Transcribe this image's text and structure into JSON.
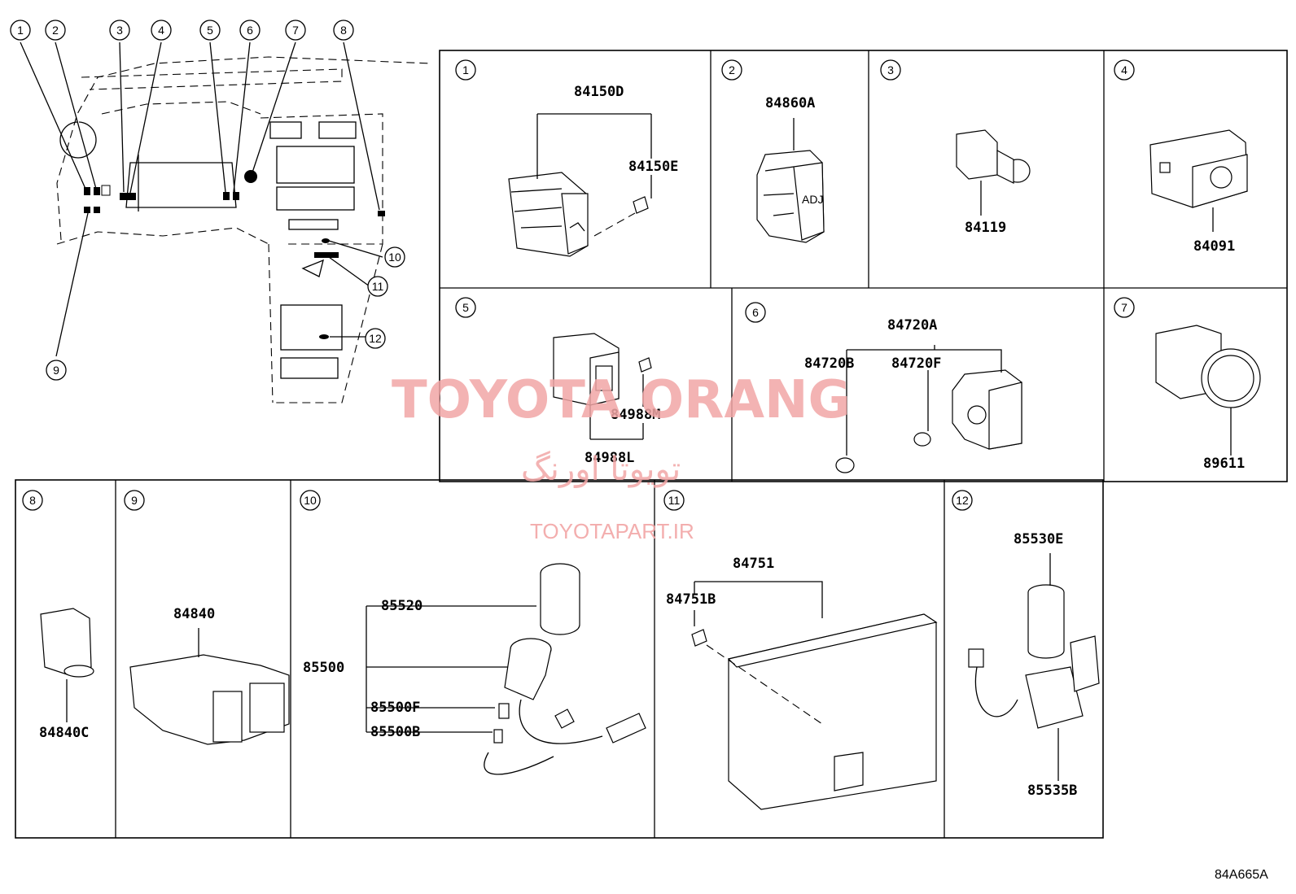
{
  "diagram_code": "84A665A",
  "watermark": {
    "line1": "TOYOTA ORANG",
    "line2": "تویوتا اورنگ",
    "line3": "TOYOTAPART.IR"
  },
  "overview_callouts": [
    "1",
    "2",
    "3",
    "4",
    "5",
    "6",
    "7",
    "8",
    "9",
    "10",
    "11",
    "12"
  ],
  "panels": [
    {
      "num": "1",
      "parts": [
        "84150D",
        "84150E"
      ]
    },
    {
      "num": "2",
      "parts": [
        "84860A"
      ]
    },
    {
      "num": "3",
      "parts": [
        "84119"
      ]
    },
    {
      "num": "4",
      "parts": [
        "84091"
      ]
    },
    {
      "num": "5",
      "parts": [
        "84988M",
        "84988L"
      ]
    },
    {
      "num": "6",
      "parts": [
        "84720A",
        "84720B",
        "84720F"
      ]
    },
    {
      "num": "7",
      "parts": [
        "89611"
      ]
    },
    {
      "num": "8",
      "parts": [
        "84840C"
      ]
    },
    {
      "num": "9",
      "parts": [
        "84840"
      ]
    },
    {
      "num": "10",
      "parts": [
        "85520",
        "85500",
        "85500F",
        "85500B"
      ]
    },
    {
      "num": "11",
      "parts": [
        "84751",
        "84751B"
      ]
    },
    {
      "num": "12",
      "parts": [
        "85530E",
        "85535B"
      ]
    }
  ]
}
